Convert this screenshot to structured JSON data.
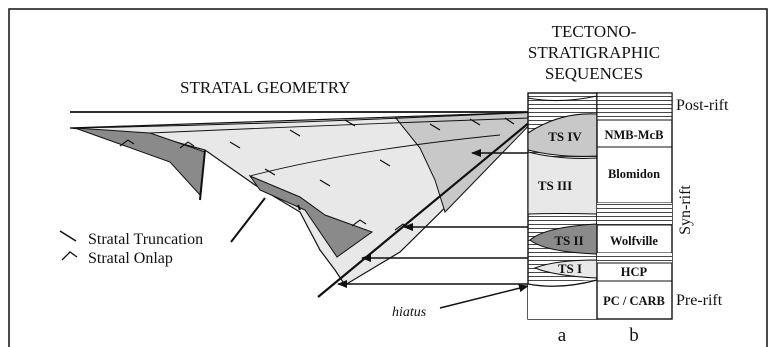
{
  "titles": {
    "strata": "STRATAL GEOMETRY",
    "seq_line1": "TECTONO-",
    "seq_line2": "STRATIGRAPHIC",
    "seq_line3": "SEQUENCES"
  },
  "tectonostratigraphic_sequences": [
    "TS IV",
    "TS III",
    "TS II",
    "TS I"
  ],
  "formations": [
    "NMB-McB",
    "Blomidon",
    "Wolfville",
    "HCP",
    "PC / CARB"
  ],
  "rift_phases": {
    "post": "Post-rift",
    "syn": "Syn-rift",
    "pre": "Pre-rift"
  },
  "legend": {
    "truncation": "Stratal Truncation",
    "onlap": "Stratal Onlap"
  },
  "annotation": {
    "hiatus": "hiatus"
  },
  "columns": {
    "a": "a",
    "b": "b"
  },
  "colors": {
    "line": "#111111",
    "light_fill": "#e8e8e8",
    "mid_fill": "#c8c8c8",
    "dark_fill": "#8a8a8a",
    "background": "#ffffff"
  }
}
